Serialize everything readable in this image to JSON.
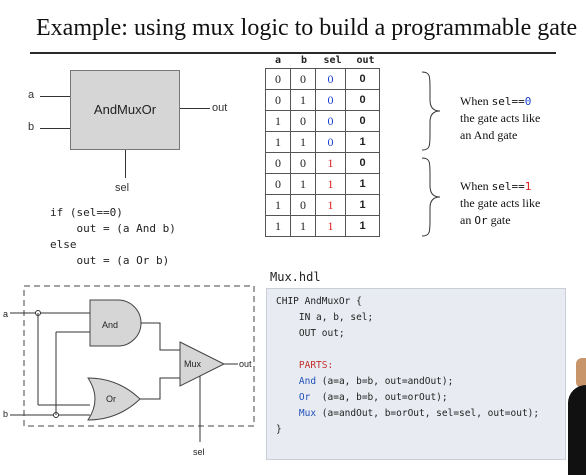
{
  "title": "Example: using mux logic to build a programmable gate",
  "chip": {
    "name": "AndMuxOr",
    "in_a": "a",
    "in_b": "b",
    "out": "out",
    "sel": "sel"
  },
  "pseudocode": [
    "if (sel==0)",
    "    out = (a And b)",
    "else",
    "    out = (a Or b)"
  ],
  "truth_table": {
    "headers": [
      "a",
      "b",
      "sel",
      "out"
    ],
    "rows": [
      [
        "0",
        "0",
        "0",
        "0"
      ],
      [
        "0",
        "1",
        "0",
        "0"
      ],
      [
        "1",
        "0",
        "0",
        "0"
      ],
      [
        "1",
        "1",
        "0",
        "1"
      ],
      [
        "0",
        "0",
        "1",
        "0"
      ],
      [
        "0",
        "1",
        "1",
        "1"
      ],
      [
        "1",
        "0",
        "1",
        "1"
      ],
      [
        "1",
        "1",
        "1",
        "1"
      ]
    ]
  },
  "notes": {
    "sel0": {
      "pre": "When ",
      "code": "sel==",
      "val": "0",
      "line2": "the gate acts like",
      "line3": "an And gate"
    },
    "sel1": {
      "pre": "When ",
      "code": "sel==",
      "val": "1",
      "line2": "the gate acts like",
      "line3a": "an ",
      "line3code": "Or",
      "line3b": " gate"
    }
  },
  "diagram": {
    "a": "a",
    "b": "b",
    "and": "And",
    "or": "Or",
    "mux": "Mux",
    "out": "out",
    "sel": "sel"
  },
  "hdl": {
    "file": "Mux.hdl",
    "chip_line": "CHIP AndMuxOr {",
    "in_line": "    IN a, b, sel;",
    "out_line": "    OUT out;",
    "parts": "    PARTS:",
    "and_name": "And",
    "and_args": " (a=a, b=b, out=andOut);",
    "or_name": "Or",
    "or_args": "  (a=a, b=b, out=orOut);",
    "mux_name": "Mux",
    "mux_args": " (a=andOut, b=orOut, sel=sel, out=out);",
    "close": "}"
  }
}
